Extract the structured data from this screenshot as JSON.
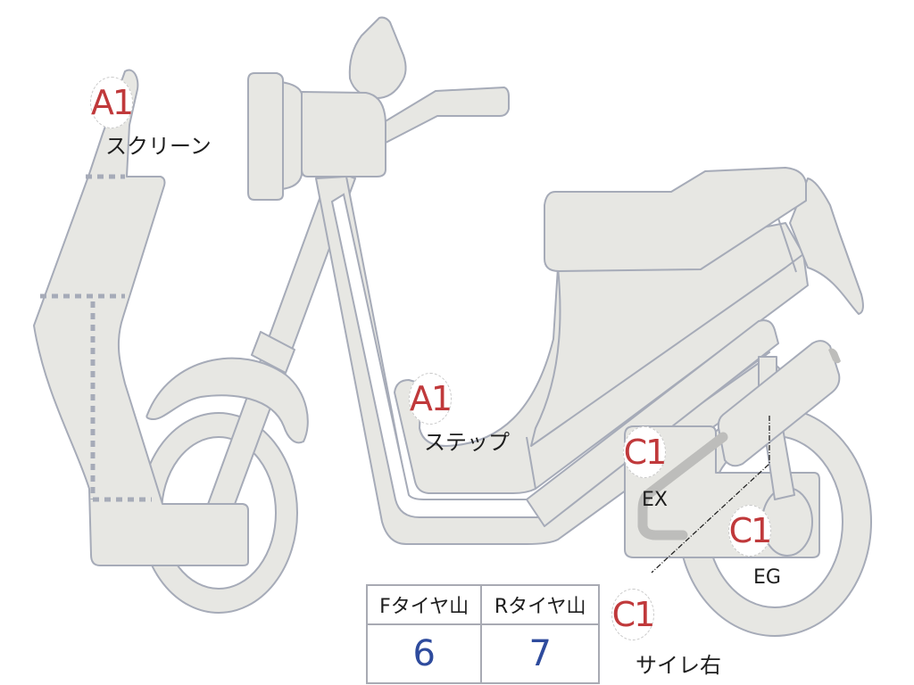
{
  "diagram": {
    "subject": "scooter-inspection-diagram",
    "colors": {
      "body_fill": "#e7e7e3",
      "outline": "#a6abb8",
      "damage_code": "#c0393b",
      "tread_value": "#2e4b9d",
      "label_text": "#1d1d1d"
    }
  },
  "markers": [
    {
      "id": "screen",
      "code": "A1",
      "label": "スクリーン"
    },
    {
      "id": "step",
      "code": "A1",
      "label": "ステップ"
    },
    {
      "id": "exhaust",
      "code": "C1",
      "label": "EX"
    },
    {
      "id": "engine",
      "code": "C1",
      "label": "EG"
    },
    {
      "id": "muffler-right",
      "code": "C1",
      "label": "サイレ右"
    }
  ],
  "tread_table": {
    "headers": [
      "Fタイヤ山",
      "Rタイヤ山"
    ],
    "values": [
      "6",
      "7"
    ]
  }
}
